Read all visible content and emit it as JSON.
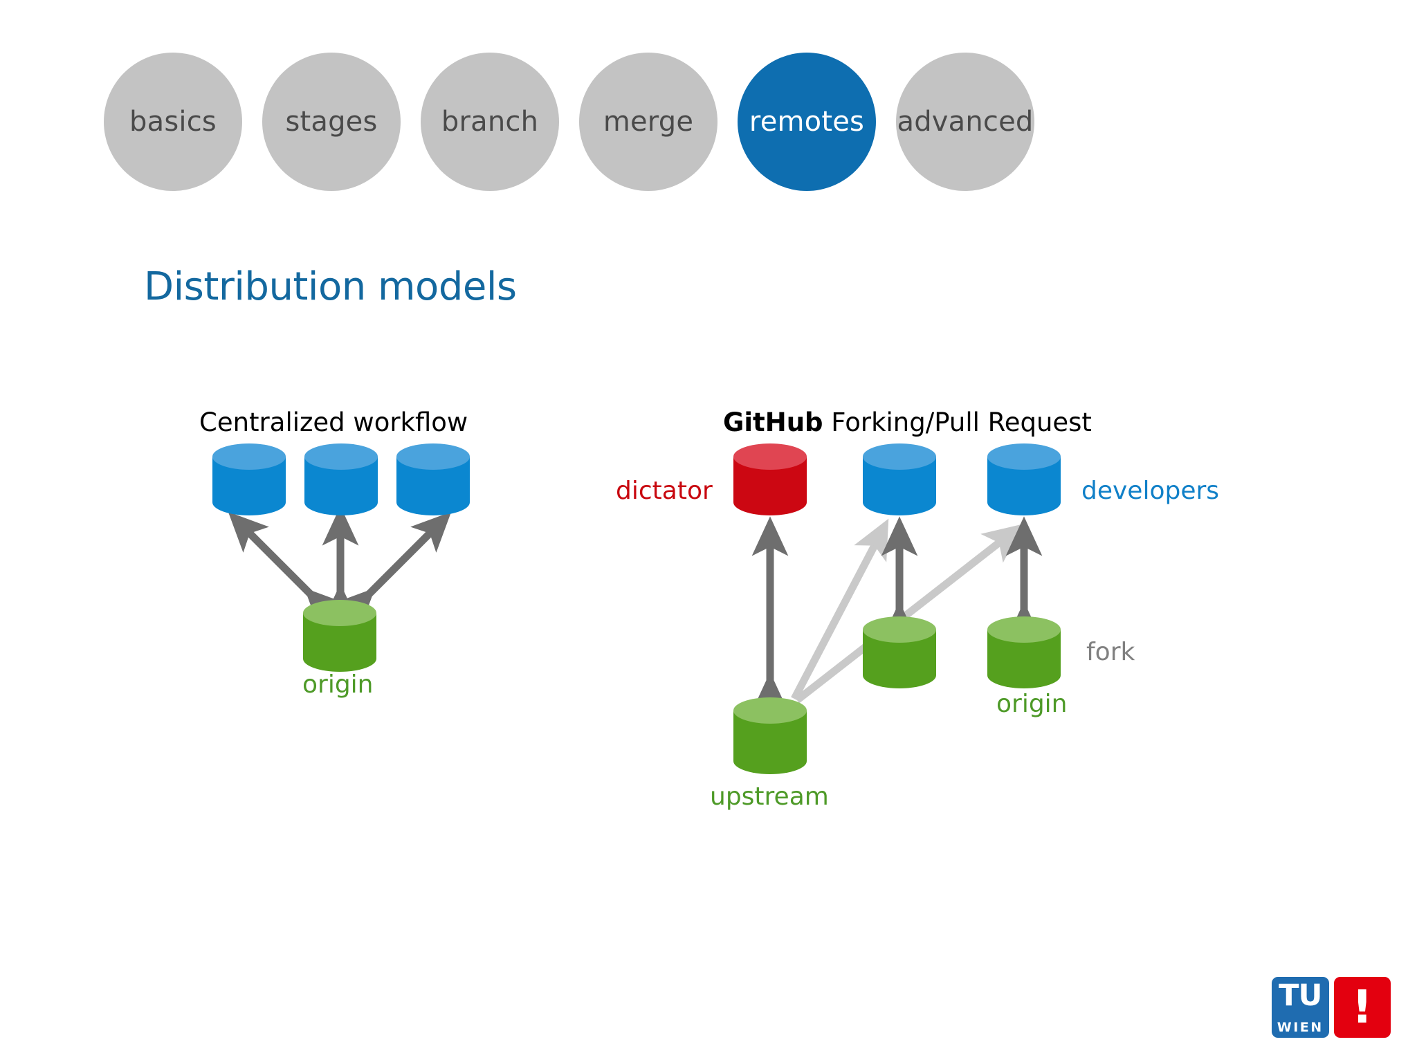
{
  "nav": {
    "items": [
      {
        "label": "basics",
        "active": false
      },
      {
        "label": "stages",
        "active": false
      },
      {
        "label": "branch",
        "active": false
      },
      {
        "label": "merge",
        "active": false
      },
      {
        "label": "remotes",
        "active": true
      },
      {
        "label": "advanced",
        "active": false
      }
    ],
    "inactive_color": "#c3c3c3",
    "active_color": "#0e6eb0",
    "inactive_text_color": "#4a4a4a",
    "active_text_color": "#ffffff"
  },
  "title": {
    "text": "Distribution models",
    "color": "#13689f"
  },
  "diagrams": {
    "left": {
      "heading": "Centralized workflow",
      "heading_bold_prefix": "",
      "labels": {
        "origin": "origin"
      }
    },
    "right": {
      "heading_bold_prefix": "GitHub",
      "heading": " Forking/Pull Request",
      "labels": {
        "dictator": "dictator",
        "developers": "developers",
        "fork": "fork",
        "origin": "origin",
        "upstream": "upstream"
      }
    }
  },
  "colors": {
    "cylinder_blue_body": "#0b87d0",
    "cylinder_blue_top": "#4aa3dd",
    "cylinder_green_body": "#55a01e",
    "cylinder_green_top": "#8cc161",
    "cylinder_red_body": "#cc0712",
    "cylinder_red_top": "#e04552",
    "arrow_dark": "#6e6e6e",
    "arrow_light": "#c9c9c9",
    "label_green": "#4e9a28",
    "label_blue": "#1080c8",
    "label_red": "#c8070f",
    "label_grey": "#808080"
  },
  "logo": {
    "tu": "TU",
    "wien": "WIEN",
    "exclamation": "!",
    "tu_color": "#1f6cb0",
    "excl_color": "#e3000f"
  }
}
